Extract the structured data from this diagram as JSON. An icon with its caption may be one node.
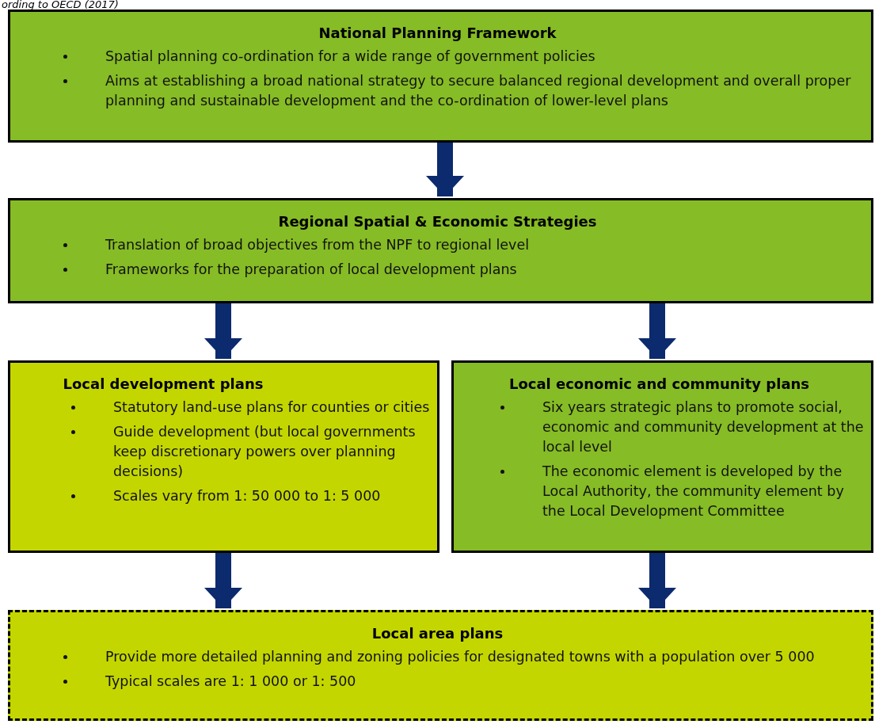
{
  "diagram": {
    "nodes": [
      {
        "text": [
          "National Planning Framework",
          "Spatial planning co-ordination for a wide range of government policies",
          "Aims at establishing a broad national strategy to secure balanced regional development and overall proper planning and sustainable development and the co-ordination of lower-level plans"
        ]
      },
      {
        "text": [
          "Regional Spatial & Economic Strategies",
          "Translation of broad objectives from the NPF to regional level",
          "Frameworks for the preparation of local development plans"
        ]
      },
      {
        "text": [
          "Local development plans",
          "Statutory land-use plans for counties or cities",
          "Guide development (but local governments keep discretionary powers over planning decisions)",
          "Scales vary from 1: 50 000 to 1: 5 000"
        ]
      },
      {
        "text": [
          "Local economic and community plans",
          "Six years strategic plans to promote social, economic and community development at the local level",
          "The economic element is developed by the Local Authority, the community element by the Local Development Committee"
        ]
      },
      {
        "text": [
          "Local area plans",
          "Provide more detailed planning and zoning policies for designated towns with a population over 5 000",
          "Typical scales are 1: 1 000 or 1: 500"
        ]
      }
    ],
    "edges": [
      {
        "from": 0,
        "to": 1,
        "arrow": "to"
      },
      {
        "from": 1,
        "to": 2,
        "arrow": "to"
      },
      {
        "from": 1,
        "to": 3,
        "arrow": "to"
      },
      {
        "from": 2,
        "to": 4,
        "arrow": "to"
      },
      {
        "from": 3,
        "to": 4,
        "arrow": "to"
      }
    ],
    "labels": [
      "ording to OECD (2017)"
    ]
  }
}
